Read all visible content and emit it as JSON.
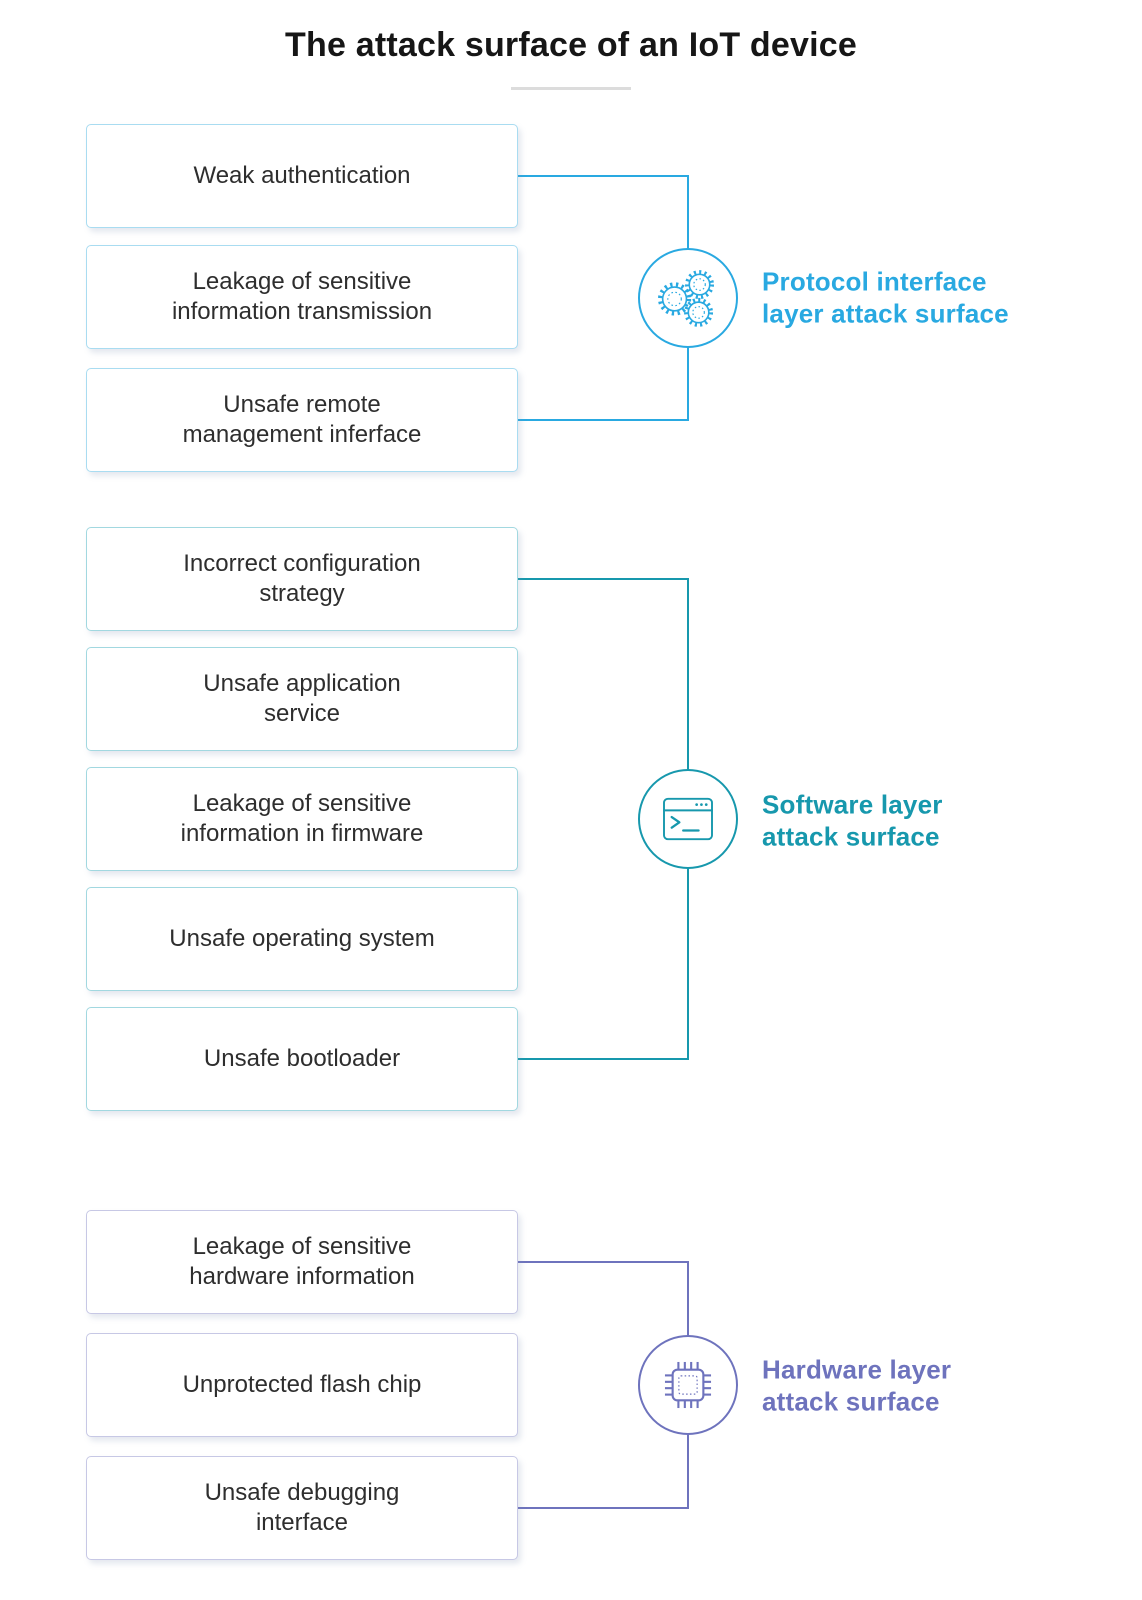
{
  "title": "The attack surface of an IoT device",
  "divider_color": "#dcdcdc",
  "background": "#ffffff",
  "box_text_color": "#2e2e2e",
  "groups": [
    {
      "name": "protocol-interface-layer",
      "label": "Protocol interface\nlayer attack surface",
      "icon": "gears-icon",
      "colors": {
        "accent": "#29a9e1",
        "box_border": "#a9dcf1"
      },
      "items": [
        "Weak authentication",
        "Leakage of sensitive\ninformation transmission",
        "Unsafe remote\nmanagement inferface"
      ]
    },
    {
      "name": "software-layer",
      "label": "Software layer\nattack surface",
      "icon": "terminal-icon",
      "colors": {
        "accent": "#1798ad",
        "box_border": "#a2d8e0"
      },
      "items": [
        "Incorrect configuration\nstrategy",
        "Unsafe application\nservice",
        "Leakage of sensitive\ninformation in firmware",
        "Unsafe operating system",
        "Unsafe bootloader"
      ]
    },
    {
      "name": "hardware-layer",
      "label": "Hardware layer\nattack surface",
      "icon": "chip-icon",
      "colors": {
        "accent": "#6e73bd",
        "box_border": "#c7c8e5"
      },
      "items": [
        "Leakage of sensitive\nhardware information",
        "Unprotected flash chip",
        "Unsafe debugging\ninterface"
      ]
    }
  ]
}
